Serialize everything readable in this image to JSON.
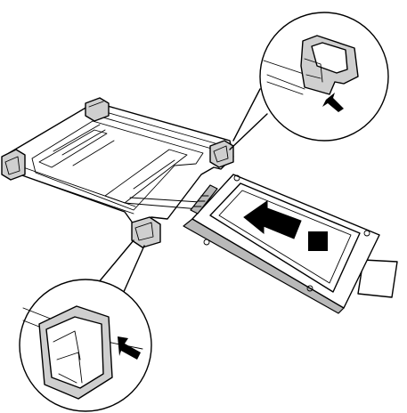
{
  "figure": {
    "step_marker": "",
    "arrow_direction": "left",
    "colors": {
      "ink": "#000000",
      "shade": "#cfcfcf",
      "paper": "#ffffff"
    },
    "icons": [
      "caddy-tray",
      "hard-disk-drive",
      "push-arrow-icon",
      "callout-zoom-top-right",
      "callout-zoom-bottom-left"
    ]
  }
}
